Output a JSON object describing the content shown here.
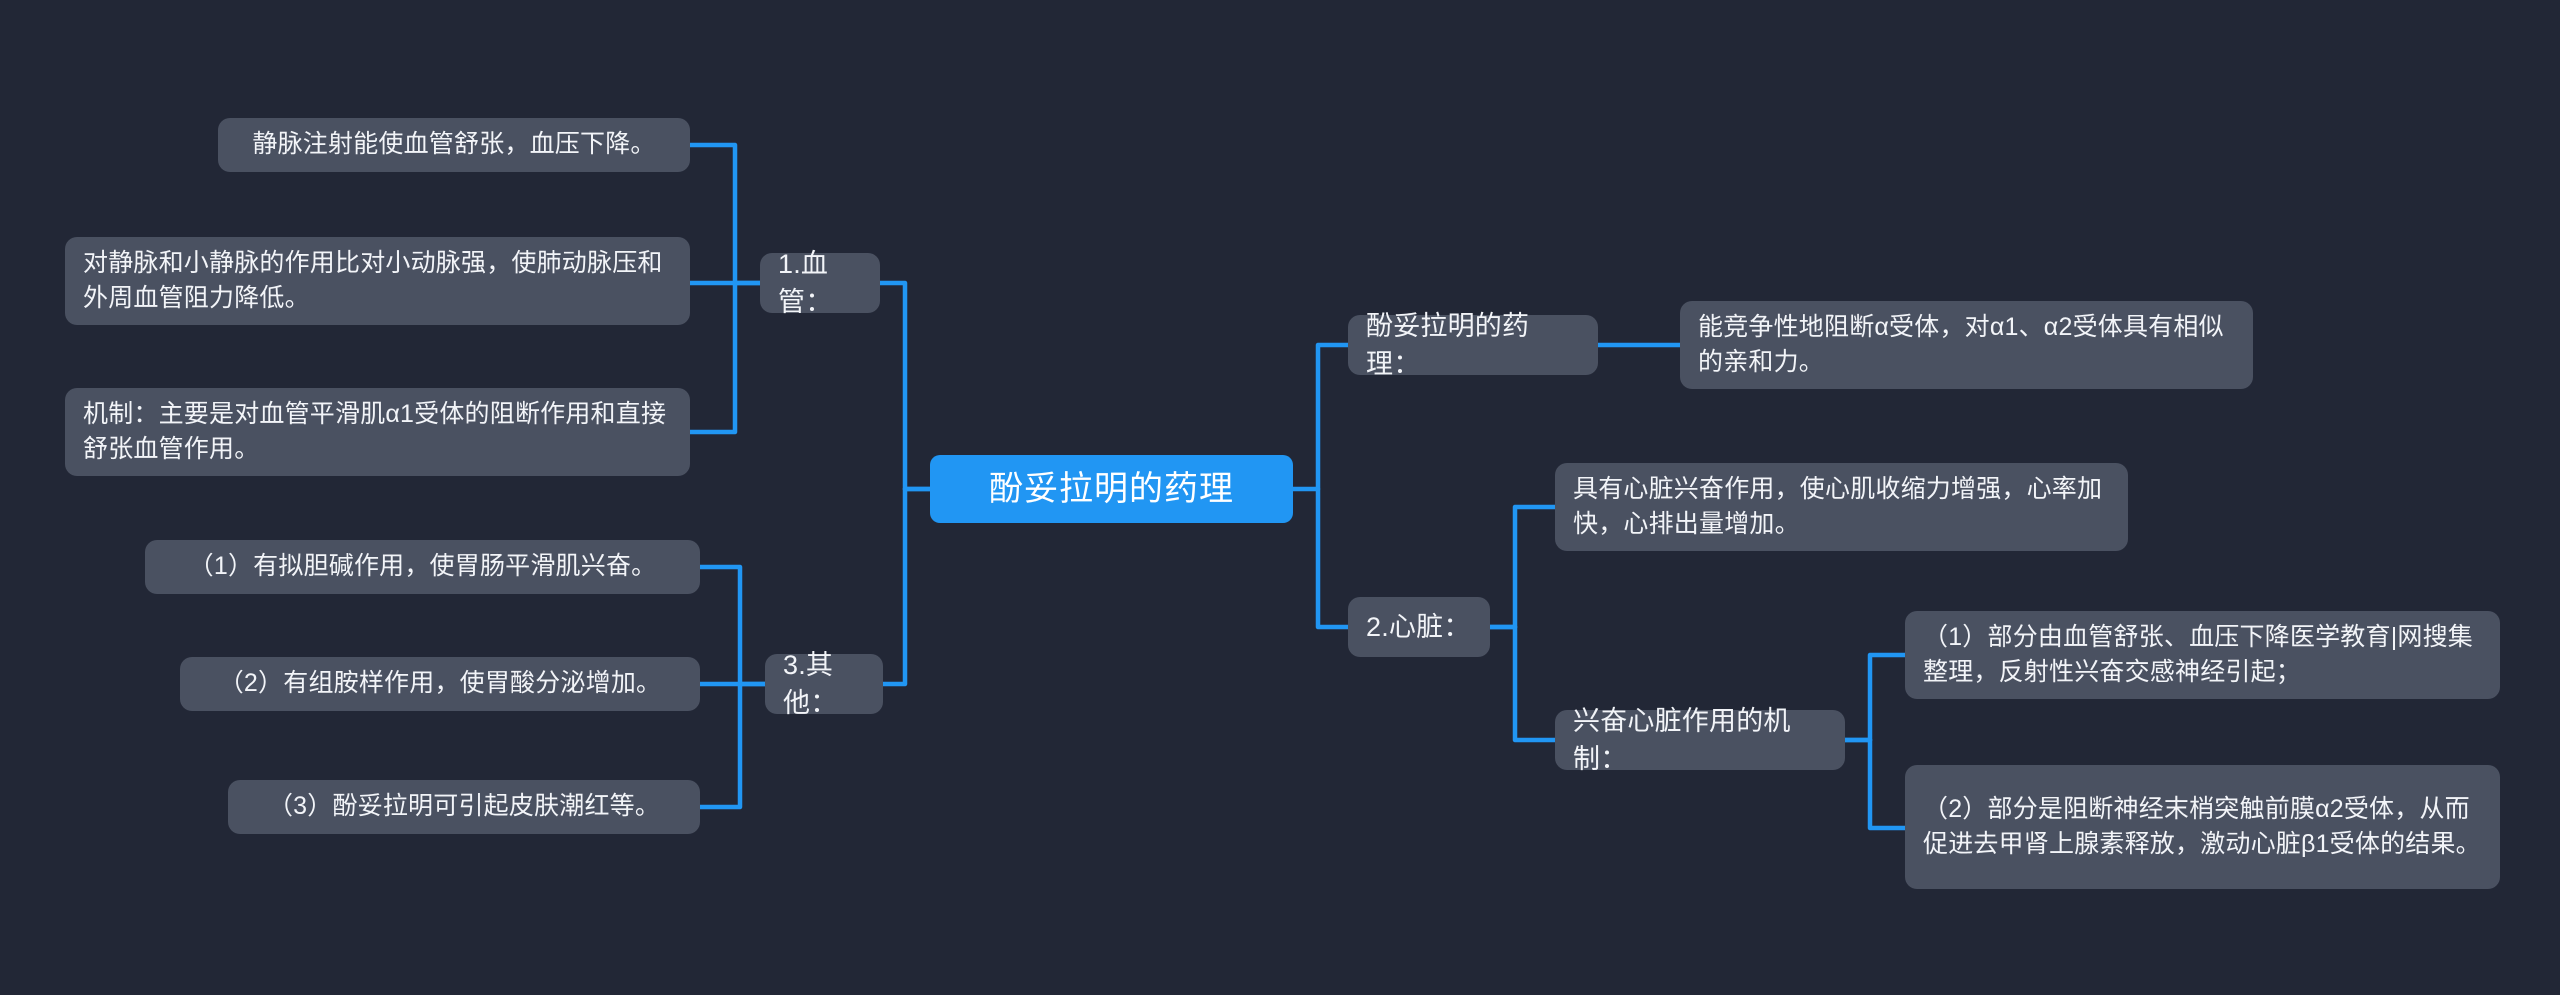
{
  "theme": {
    "background": "#222736",
    "node_fill": "#4a5161",
    "node_text": "#f2f4f8",
    "root_fill": "#2196f3",
    "root_text": "#ffffff",
    "connector": "#2196f3"
  },
  "mindmap": {
    "root": {
      "label": "酚妥拉明的药理"
    },
    "left": {
      "branches": [
        {
          "label": "1.血管：",
          "children": [
            {
              "label": "静脉注射能使血管舒张，血压下降。"
            },
            {
              "label": "对静脉和小静脉的作用比对小动脉强，使肺动脉压和外周血管阻力降低。"
            },
            {
              "label": "机制：主要是对血管平滑肌α1受体的阻断作用和直接舒张血管作用。"
            }
          ]
        },
        {
          "label": "3.其他：",
          "children": [
            {
              "label": "（1）有拟胆碱作用，使胃肠平滑肌兴奋。"
            },
            {
              "label": "（2）有组胺样作用，使胃酸分泌增加。"
            },
            {
              "label": "（3）酚妥拉明可引起皮肤潮红等。"
            }
          ]
        }
      ]
    },
    "right": {
      "branches": [
        {
          "label": "酚妥拉明的药理：",
          "children": [
            {
              "label": "能竞争性地阻断α受体，对α1、α2受体具有相似的亲和力。"
            }
          ]
        },
        {
          "label": "2.心脏：",
          "children": [
            {
              "label": "具有心脏兴奋作用，使心肌收缩力增强，心率加快，心排出量增加。"
            },
            {
              "label": "兴奋心脏作用的机制：",
              "children": [
                {
                  "label": "（1）部分由血管舒张、血压下降医学教育|网搜集整理，反射性兴奋交感神经引起；"
                },
                {
                  "label": "（2）部分是阻断神经末梢突触前膜α2受体，从而促进去甲肾上腺素释放，激动心脏β1受体的结果。"
                }
              ]
            }
          ]
        }
      ]
    }
  }
}
